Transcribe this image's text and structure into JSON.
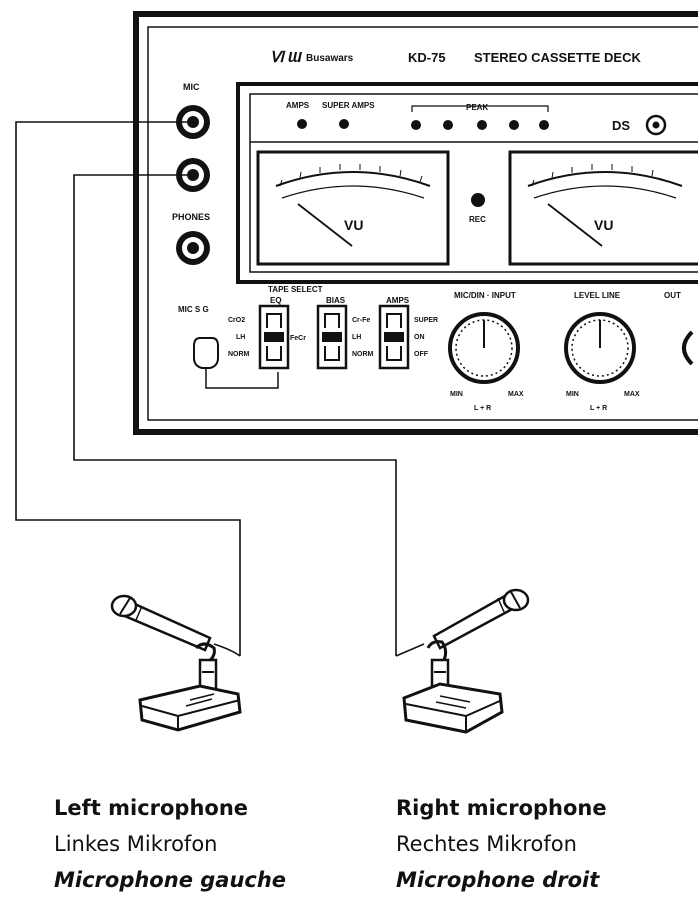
{
  "deck": {
    "brand": "Ⅵ Ɯ",
    "brand_name": "Busawars",
    "model": "KD-75",
    "title": "STEREO CASSETTE DECK",
    "mic_label": "MIC",
    "phones_label": "PHONES",
    "lamps": [
      "AMPS",
      "SUPER AMPS"
    ],
    "peak_label": "PEAK",
    "dolby_label": "DS",
    "vu_label": "VU",
    "rec_label": "REC",
    "mic_select_label": "MIC S G",
    "tape_select_label": "TAPE SELECT",
    "tape_select_positions": [
      "CrO2",
      "FeCr",
      "LH",
      "NORM"
    ],
    "eq_label": "EQ",
    "bias_label": "BIAS",
    "bias_positions": [
      "Cr-Fe",
      "LH",
      "NORM"
    ],
    "amps_switch_label": "AMPS",
    "amps_positions": [
      "SUPER",
      "ON",
      "OFF"
    ],
    "knob1_label": "MIC/DIN · INPUT",
    "knob2_label": "LEVEL LINE",
    "knob_min": "MIN",
    "knob_max": "MAX",
    "knob_lr": "L + R",
    "out_label": "OUT"
  },
  "captions": {
    "left": {
      "en": "Left microphone",
      "de": "Linkes Mikrofon",
      "fr": "Microphone gauche"
    },
    "right": {
      "en": "Right microphone",
      "de": "Rechtes Mikrofon",
      "fr": "Microphone droit"
    }
  }
}
